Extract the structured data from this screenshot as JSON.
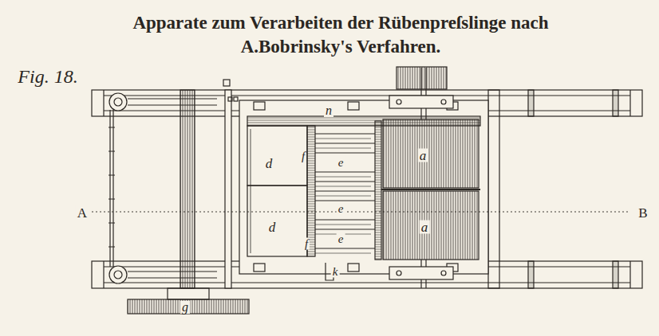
{
  "diagram": {
    "title": "Apparate zum Verarbeiten der Rübenpreſslinge nach A.Bobrinsky's Verfahren.",
    "labels": [
      "Fig. 18.",
      "n",
      "d",
      "f",
      "e",
      "a",
      "e",
      "d",
      "a",
      "f",
      "e",
      "k",
      "g",
      "A",
      "B"
    ]
  }
}
